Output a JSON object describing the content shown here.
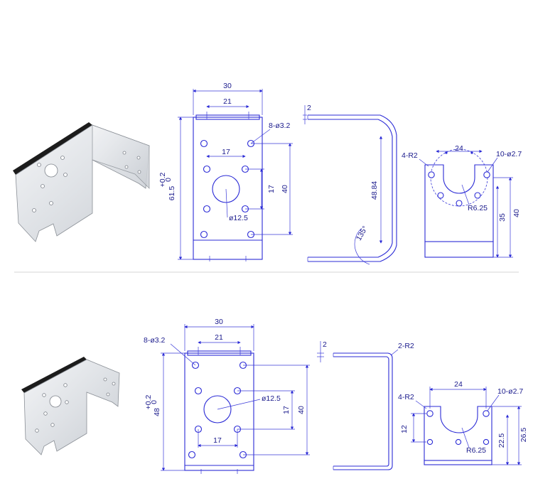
{
  "top": {
    "front": {
      "width": "30",
      "inner_width": "21",
      "hole_label": "8-ø3.2",
      "hole_spacing_h": "17",
      "hole_spacing_v": "17",
      "hole_height": "40",
      "height": "61.5",
      "height_tol_upper": "+0.2",
      "height_tol_lower": "0",
      "center_hole": "ø12.5"
    },
    "side": {
      "thickness": "2",
      "height": "48.84",
      "angle": "135°"
    },
    "bottom": {
      "radius_label": "4-R2",
      "width": "24",
      "hole_label": "10-ø2.7",
      "inner_radius": "R6.25",
      "height_inner": "35",
      "height_outer": "40"
    }
  },
  "bottom": {
    "front": {
      "width": "30",
      "inner_width": "21",
      "hole_label": "8-ø3.2",
      "hole_spacing_h": "17",
      "hole_spacing_v": "17",
      "hole_height": "40",
      "height": "48",
      "height_tol_upper": "+0.2",
      "height_tol_lower": "0",
      "center_hole": "ø12.5"
    },
    "side": {
      "thickness": "2",
      "radius_label": "2-R2"
    },
    "bottom": {
      "radius_label": "4-R2",
      "width": "24",
      "hole_label": "10-ø2.7",
      "inner_radius": "R6.25",
      "slot_height": "12",
      "height_inner": "22.5",
      "height_outer": "26.5"
    }
  }
}
